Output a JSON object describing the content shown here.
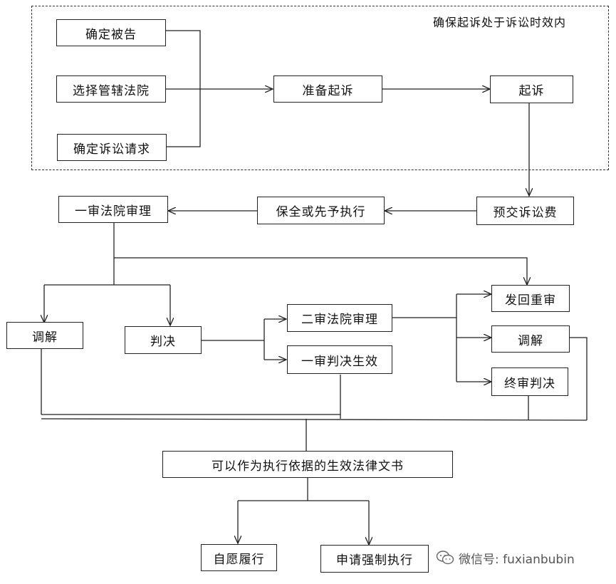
{
  "scope_label": "确保起诉处于诉讼时效内",
  "nodes": {
    "confirm_defendant": "确定被告",
    "choose_court": "选择管辖法院",
    "confirm_claims": "确定诉讼请求",
    "prepare_suit": "准备起诉",
    "file_suit": "起诉",
    "prepay_fees": "预交诉讼费",
    "preservation": "保全或先予执行",
    "first_trial": "一审法院审理",
    "mediation_1": "调解",
    "judgment": "判决",
    "second_trial": "二审法院审理",
    "first_effective": "一审判决生效",
    "remand": "发回重审",
    "mediation_2": "调解",
    "final_judgment": "终审判决",
    "legal_document": "可以作为执行依据的生效法律文书",
    "voluntary": "自愿履行",
    "enforcement": "申请强制执行"
  },
  "watermark": {
    "text": "微信号: fuxianbubin",
    "icon": "wechat-icon"
  },
  "colors": {
    "line": "#222222",
    "watermark": "#555555"
  }
}
